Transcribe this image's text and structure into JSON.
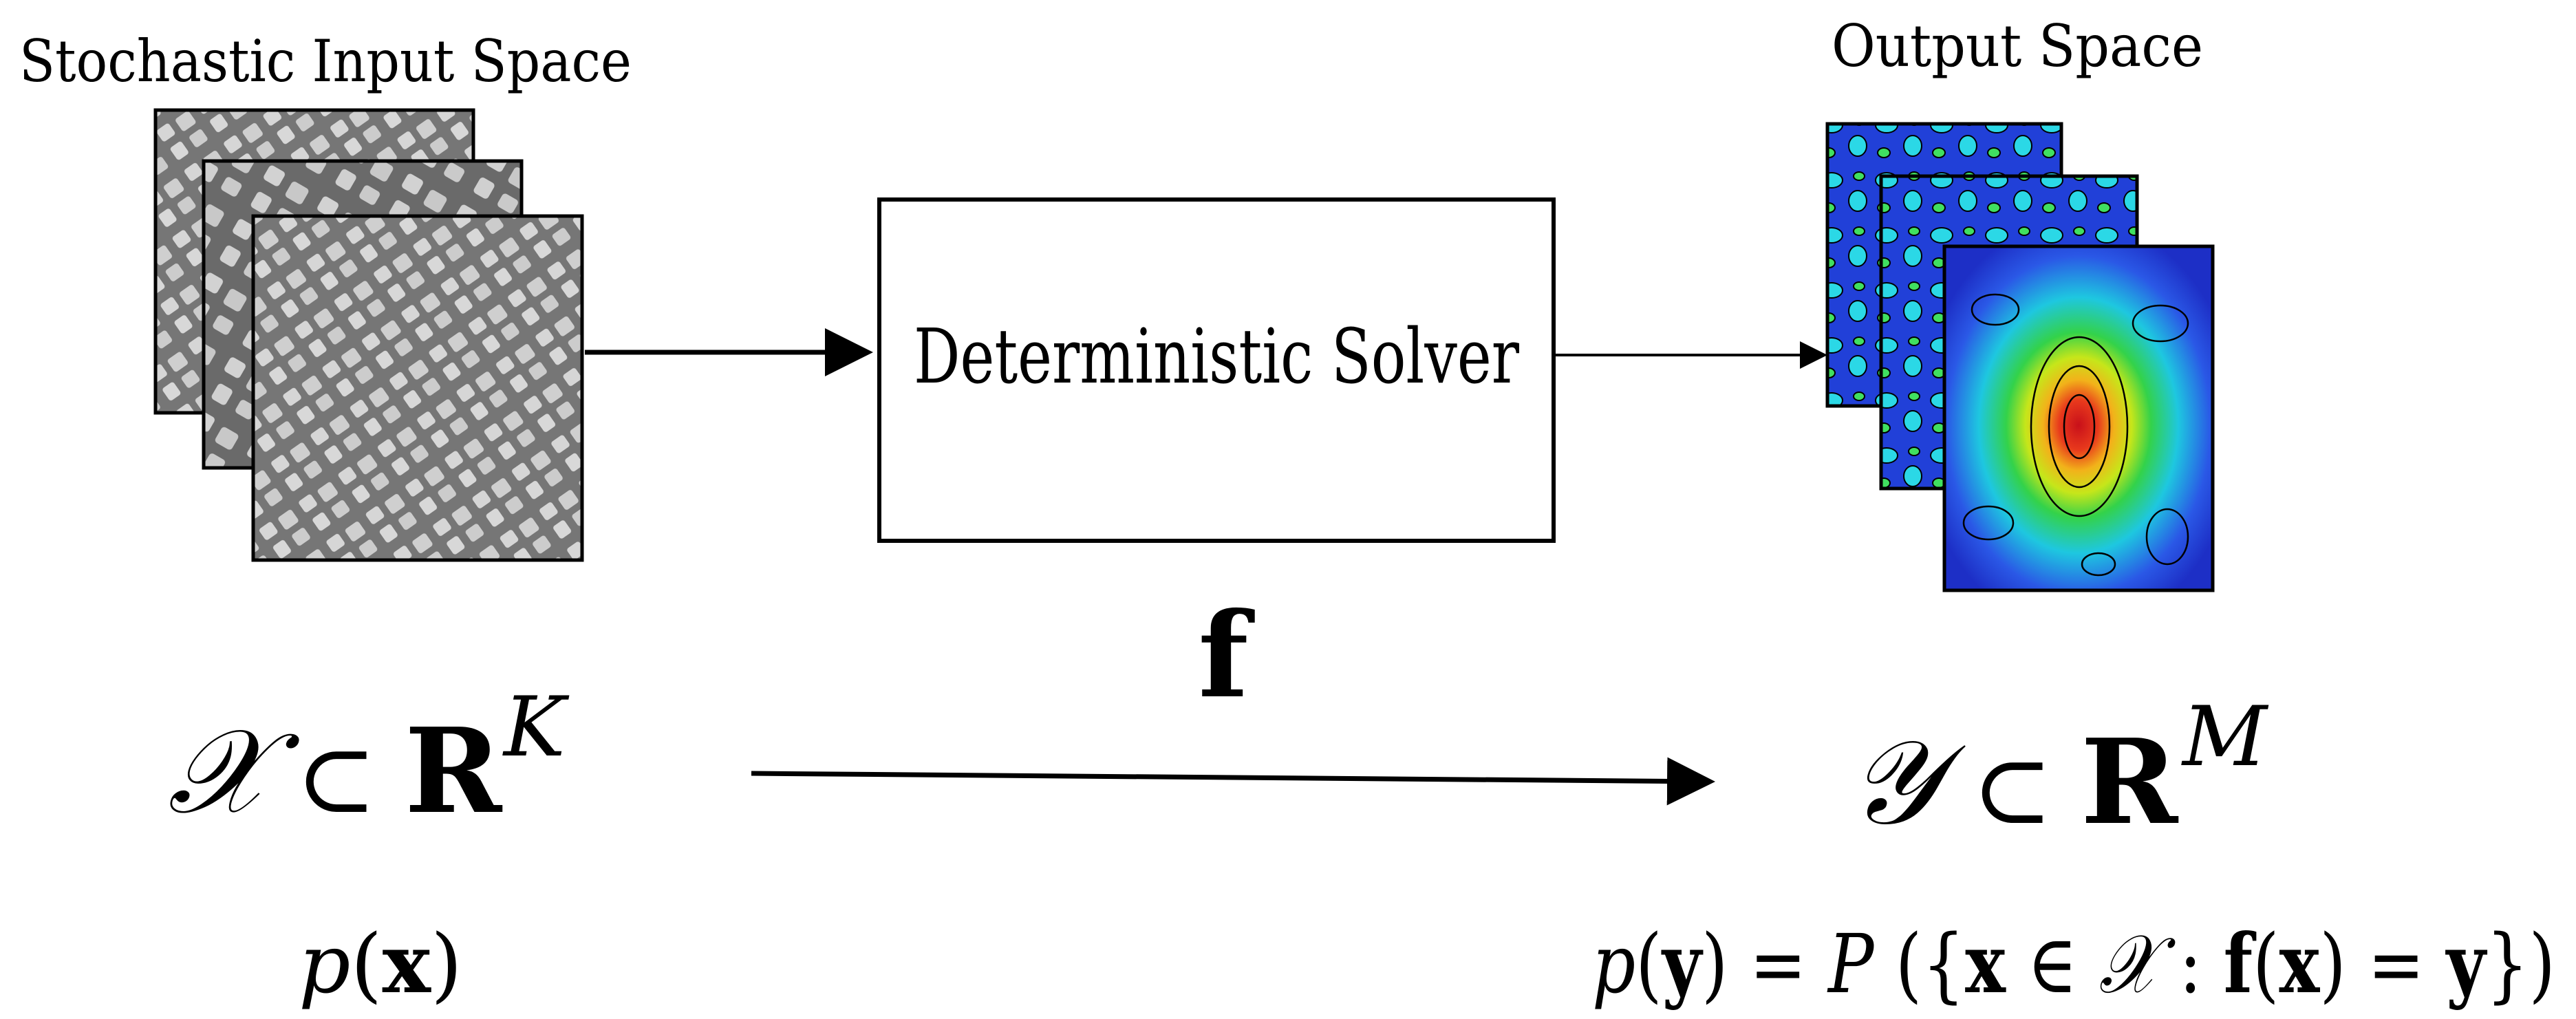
{
  "input": {
    "title": "Stochastic Input Space",
    "space_math": {
      "symbol": "𝒳",
      "subset": "⊂",
      "field": "R",
      "dim": "K"
    },
    "prob_math": {
      "p": "p",
      "open": "(",
      "var": "x",
      "close": ")"
    },
    "image_desc_icon": "grayscale-microstructure-stack-icon"
  },
  "solver": {
    "label": "Deterministic Solver"
  },
  "map": {
    "symbol": "f"
  },
  "output": {
    "title": "Output Space",
    "space_math": {
      "symbol": "𝒴",
      "subset": "⊂",
      "field": "R",
      "dim": "M"
    },
    "prob_math": {
      "lhs_p": "p",
      "lhs_open": "(",
      "lhs_var": "y",
      "lhs_close": ")",
      "eq": " = ",
      "P": "P",
      "rhs_open": " ({",
      "x": "x",
      "in": " ∈ ",
      "X": "𝒳",
      "colon": " : ",
      "f": "f",
      "f_open": "(",
      "fx": "x",
      "f_close": ")",
      "eq2": " = ",
      "y": "y",
      "rhs_close": "})"
    },
    "image_desc_icon": "colormap-field-stack-icon"
  },
  "colors": {
    "ink": "#000000",
    "grayscale_bg": "#6e6e6e",
    "grayscale_fg": "#cfcfcf",
    "cmap_low": "#1f3fd6",
    "cmap_mid": "#1fd6e0",
    "cmap_high": "#e02010"
  }
}
